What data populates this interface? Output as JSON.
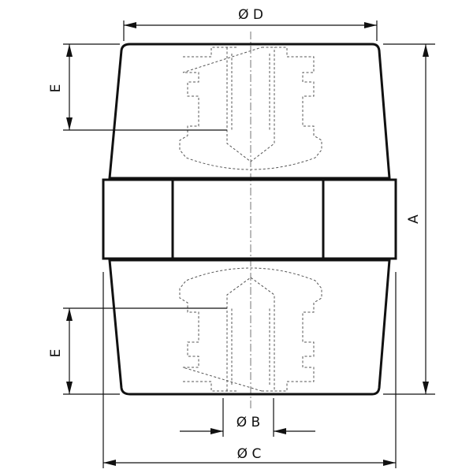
{
  "drawing": {
    "labels": {
      "diameter_d": "Ø D",
      "diameter_b": "Ø B",
      "diameter_c": "Ø C",
      "length_a": "A",
      "depth_e_top": "E",
      "depth_e_bottom": "E"
    }
  }
}
